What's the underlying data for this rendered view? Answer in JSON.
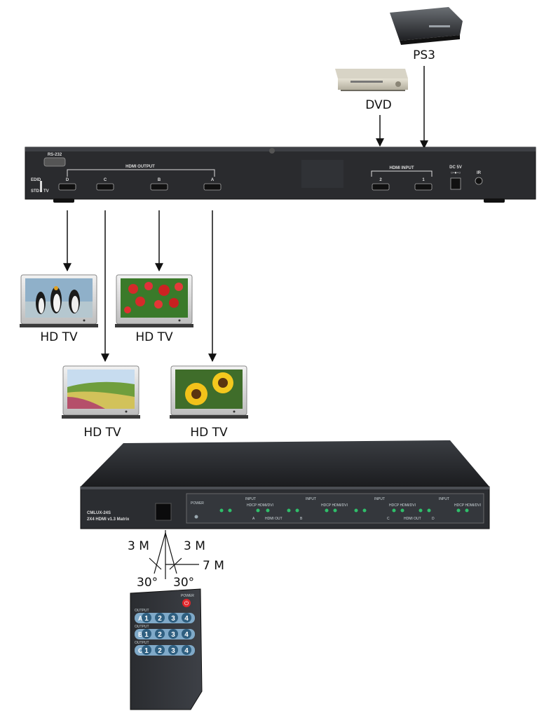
{
  "sources": {
    "ps3": "PS3",
    "dvd": "DVD"
  },
  "rear_panel": {
    "rs232": "RS-232",
    "edid": "EDID",
    "edid_std": "STD",
    "edid_tv": "TV",
    "hdmi_output": "HDMI OUTPUT",
    "output_ports": [
      "D",
      "C",
      "B",
      "A"
    ],
    "hdmi_input": "HDMI INPUT",
    "input_ports": [
      "2",
      "1"
    ],
    "dc": "DC 5V",
    "ir": "IR"
  },
  "tvs": [
    {
      "label": "HD TV",
      "scene": "penguins"
    },
    {
      "label": "HD TV",
      "scene": "tulips"
    },
    {
      "label": "HD TV",
      "scene": "meadow"
    },
    {
      "label": "HD TV",
      "scene": "sunflowers"
    }
  ],
  "front_panel": {
    "model": "CMLUX-24S",
    "desc": "2X4 HDMI v1.3 Matrix",
    "power": "POWER",
    "input": "INPUT",
    "hdcp": "HDCP HDMI/DVI",
    "hdmi_out_left": "HDMI OUT",
    "hdmi_out_right": "HDMI OUT",
    "out_a": "A",
    "out_b": "B",
    "out_c": "C",
    "out_d": "D"
  },
  "ir_range": {
    "left_distance": "3 M",
    "right_distance": "3 M",
    "forward_distance": "7 M",
    "left_angle": "30°",
    "right_angle": "30°"
  },
  "remote": {
    "power_label": "POWER",
    "output_label": "OUTPUT",
    "rows": [
      {
        "letter": "A",
        "buttons": [
          "1",
          "2",
          "3",
          "4"
        ]
      },
      {
        "letter": "B",
        "buttons": [
          "1",
          "2",
          "3",
          "4"
        ]
      },
      {
        "letter": "C",
        "buttons": [
          "1",
          "2",
          "3",
          "4"
        ]
      }
    ]
  }
}
